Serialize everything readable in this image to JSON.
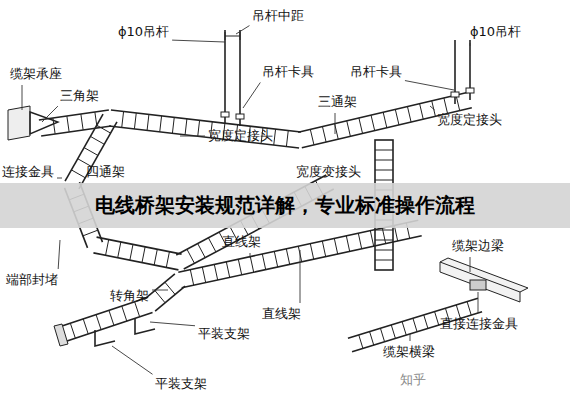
{
  "diagram": {
    "title": "电线桥架安装规范详解，专业标准操作流程",
    "labels": [
      "ϕ10吊杆",
      "吊杆中距",
      "ϕ10吊杆",
      "缆架承座",
      "三角架",
      "吊杆卡具",
      "吊杆卡具",
      "三通架",
      "宽度定接头",
      "宽度定接头",
      "连接金具",
      "四通架",
      "宽度变接头",
      "缆架边梁",
      "直线架",
      "端部封堵",
      "转角架",
      "直线架",
      "直接连接金具",
      "平装支架",
      "缆架横梁",
      "平装支架",
      "知乎"
    ]
  }
}
